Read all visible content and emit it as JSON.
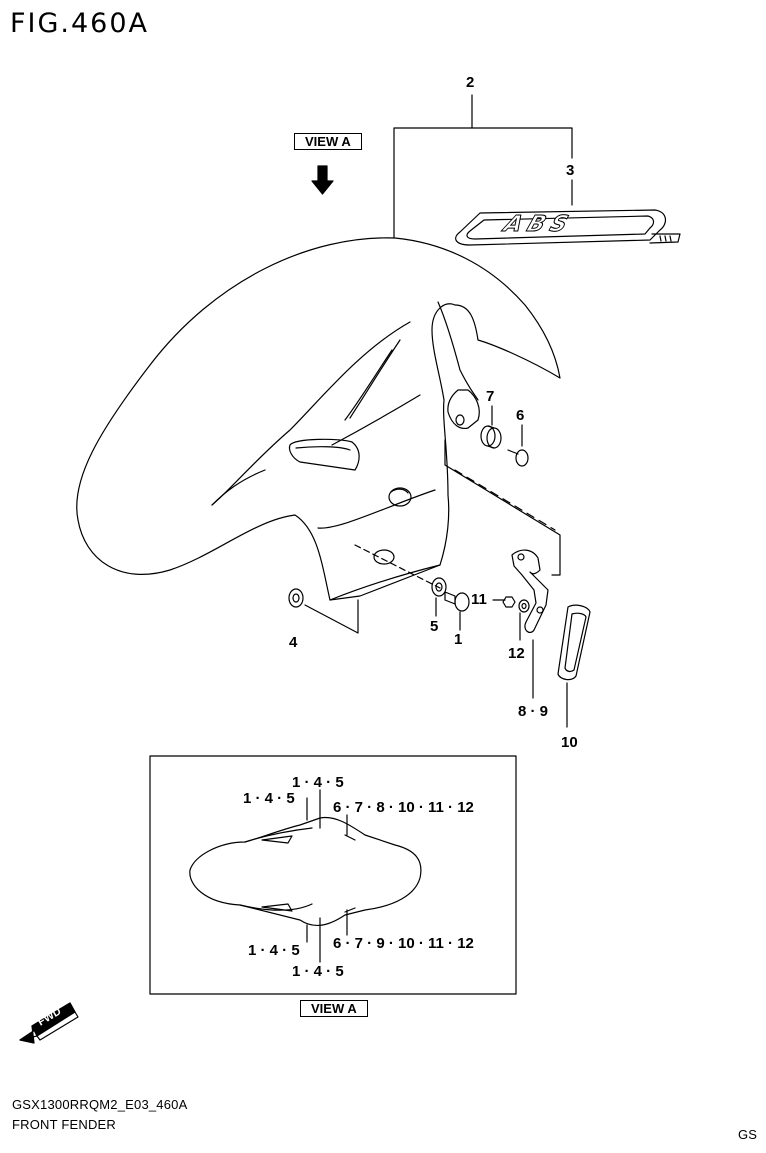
{
  "figure": {
    "title": "FIG.460A"
  },
  "view_label_top": "VIEW A",
  "view_label_bottom": "VIEW A",
  "emblem_text": "ABS",
  "fwd_text": "FWD",
  "callouts": {
    "c1": "1",
    "c2": "2",
    "c3": "3",
    "c4": "4",
    "c5": "5",
    "c6": "6",
    "c7": "7",
    "c8_9": "8 · 9",
    "c10": "10",
    "c11": "11",
    "c12": "12"
  },
  "view_a_callouts": {
    "top_outer": "1 · 4 · 5",
    "top_left": "1 · 4 · 5",
    "top_right": "6 · 7 · 8 · 10 · 11 · 12",
    "bottom_left": "1 · 4 · 5",
    "bottom_outer": "1 · 4 · 5",
    "bottom_right": "6 · 7 · 9 · 10 · 11 · 12"
  },
  "footer": {
    "model_code": "GSX1300RRQM2_E03_460A",
    "part_name": "FRONT FENDER",
    "region": "GS"
  }
}
